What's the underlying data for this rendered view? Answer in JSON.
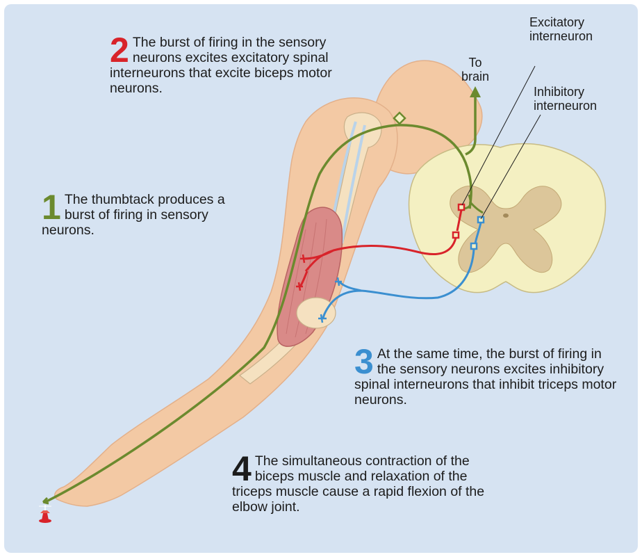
{
  "colors": {
    "background": "#d6e3f2",
    "sensory_neuron": "#6b8a2e",
    "excitatory_pathway": "#d8232a",
    "inhibitory_pathway": "#3b8fd0",
    "spinal_cord_white_matter": "#f4f0c2",
    "spinal_cord_gray_matter": "#dcc69a",
    "skin": "#f3c9a4",
    "bone": "#f5e1c0",
    "biceps": "#d98a88",
    "stimulus": "#d8232a"
  },
  "steps": [
    {
      "number": "1",
      "text": "The thumbtack produces a burst of firing in sensory neurons.",
      "color": "#6b8a2e"
    },
    {
      "number": "2",
      "text": "The burst of firing in the sensory neurons excites excitatory spinal interneurons that excite biceps motor neurons.",
      "color": "#d8232a"
    },
    {
      "number": "3",
      "text": "At the same time, the burst of firing in the sensory neurons excites inhibitory spinal interneurons that inhibit triceps motor neurons.",
      "color": "#3b8fd0"
    },
    {
      "number": "4",
      "text": "The simultaneous contraction of the biceps muscle and relaxation of the triceps muscle cause a rapid flexion of the elbow joint.",
      "color": "#1c1c1c"
    }
  ],
  "labels": {
    "to_brain": "To brain",
    "excitatory_interneuron": "Excitatory interneuron",
    "inhibitory_interneuron": "Inhibitory interneuron"
  }
}
